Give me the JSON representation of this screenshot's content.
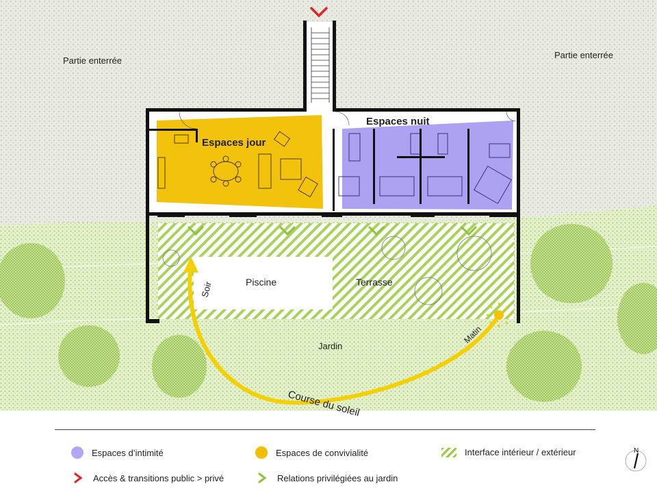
{
  "plan": {
    "labels": {
      "underground_left": "Partie enterrée",
      "underground_right": "Partie enterrée",
      "day_spaces": "Espaces jour",
      "night_spaces": "Espaces nuit",
      "pool": "Piscine",
      "terrace": "Terrasse",
      "garden": "Jardin",
      "evening": "Soir",
      "morning": "Matin",
      "sun_path": "Course du soleil"
    },
    "colors": {
      "underground": "#e6e8de",
      "garden": "#e3efcd",
      "garden_dots": "#9ccb3b",
      "day_zone": "#f2bf00",
      "night_zone": "#a99cf0",
      "hatch": "#9ccb3b",
      "sun": "#f5d000",
      "access_arrow": "#e02424",
      "garden_relation": "#8cc43a",
      "walls": "#111111"
    }
  },
  "legend": {
    "intimacy": {
      "label": "Espaces d’intimité",
      "color": "#b3a7f5"
    },
    "conviviality": {
      "label": "Espaces de convivialité",
      "color": "#f2bf00"
    },
    "interface": {
      "label": "Interface intérieur / extérieur",
      "color": "#9ccb3b"
    },
    "access": {
      "label": "Accès & transitions public > privé",
      "color": "#e02424",
      "icon": "chevron-icon"
    },
    "garden_relations": {
      "label": "Relations privilégiées au jardin",
      "color": "#8cc43a",
      "icon": "chevron-icon"
    },
    "north": "N"
  }
}
